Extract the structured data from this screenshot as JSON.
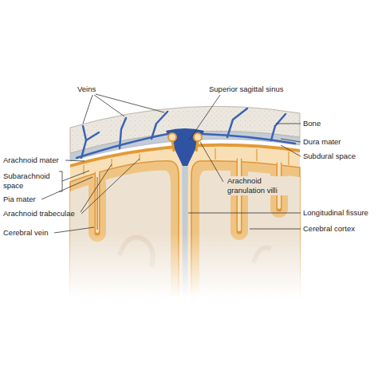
{
  "diagram": {
    "labels": [
      "Veins",
      "Superior sagittal sinus",
      "Bone",
      "Arachnoid mater",
      "Subarachnoid space",
      "Pia mater",
      "Arachnoid trabeculae",
      "Cerebral vein",
      "Dura mater",
      "Subdural space",
      "Arachnoid granulation villi",
      "Longitudinal fissure",
      "Cerebral cortex"
    ]
  }
}
